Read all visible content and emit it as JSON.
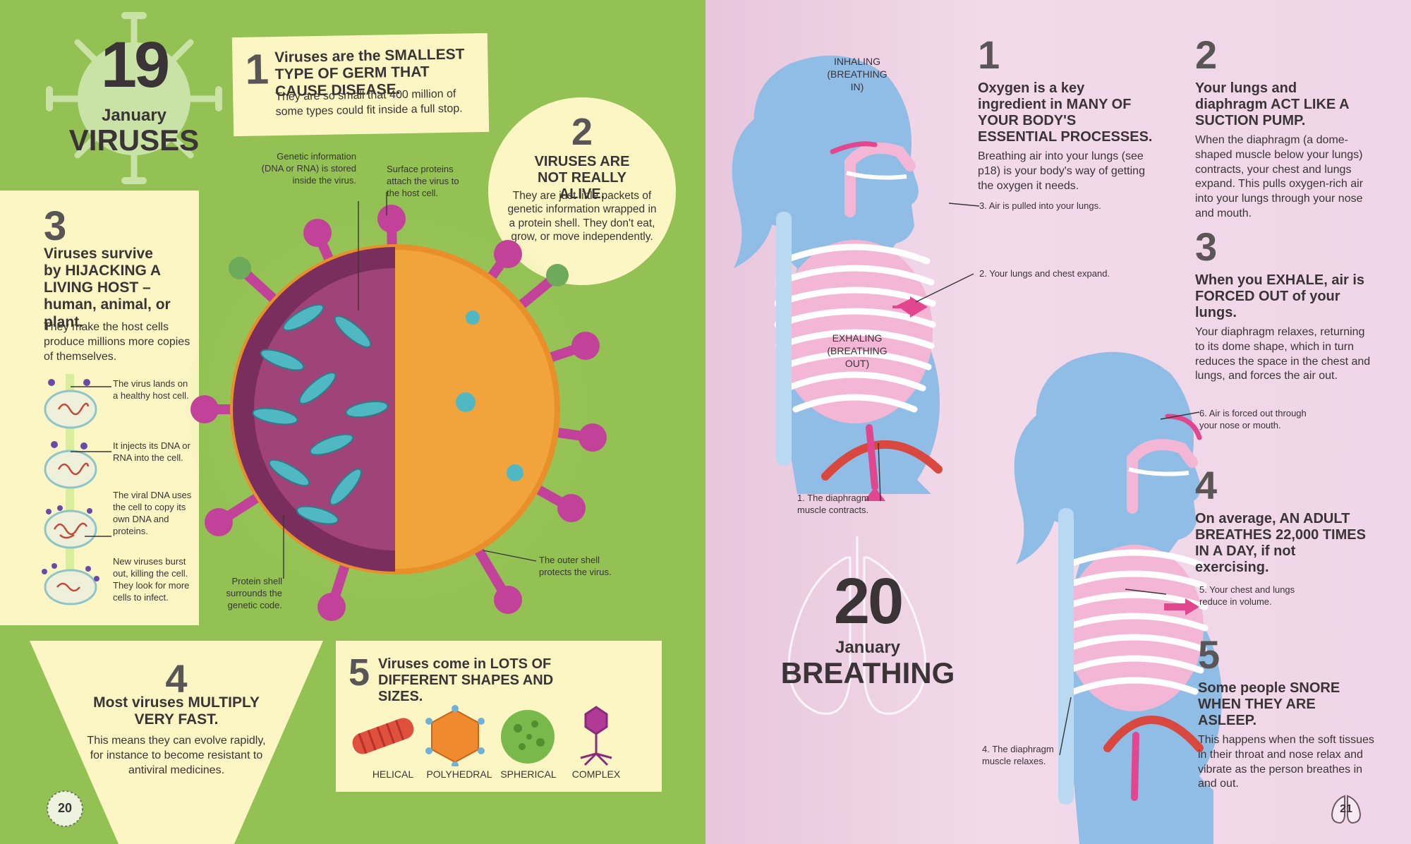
{
  "left_page": {
    "date_badge": {
      "number": "19",
      "month": "January",
      "topic": "VIRUSES"
    },
    "fact1": {
      "number": "1",
      "heading": "Viruses are the SMALLEST TYPE OF GERM THAT CAUSE DISEASE.",
      "body": "They are so small that 400 million of some types could fit inside a full stop."
    },
    "fact2": {
      "number": "2",
      "heading": "VIRUSES ARE NOT REALLY ALIVE.",
      "body": "They are just little packets of genetic information wrapped in a protein shell. They don't eat, grow, or move independently."
    },
    "fact3": {
      "number": "3",
      "heading": "Viruses survive by HIJACKING A LIVING HOST – human, animal, or plant.",
      "body": "They make the host cells produce millions more copies of themselves.",
      "steps": [
        "The virus lands on a healthy host cell.",
        "It injects its DNA or RNA into the cell.",
        "The viral DNA uses the cell to copy its own DNA and proteins.",
        "New viruses burst out, killing the cell. They look for more cells to infect."
      ]
    },
    "fact4": {
      "number": "4",
      "heading": "Most viruses MULTIPLY VERY FAST.",
      "body": "This means they can evolve rapidly, for instance to become resistant to antiviral medicines."
    },
    "fact5": {
      "number": "5",
      "heading": "Viruses come in LOTS OF DIFFERENT SHAPES AND SIZES.",
      "shapes": [
        "HELICAL",
        "POLYHEDRAL",
        "SPHERICAL",
        "COMPLEX"
      ]
    },
    "virus_labels": {
      "genetic": "Genetic information (DNA or RNA) is stored inside the virus.",
      "surface": "Surface proteins attach the virus to the host cell.",
      "outer": "The outer shell protects the virus.",
      "protein": "Protein shell surrounds the genetic code."
    },
    "page_number": "20"
  },
  "right_page": {
    "date_badge": {
      "number": "20",
      "month": "January",
      "topic": "BREATHING"
    },
    "inhaling_title": "INHALING (BREATHING IN)",
    "exhaling_title": "EXHALING (BREATHING OUT)",
    "labels": {
      "l1": "1. The diaphragm muscle contracts.",
      "l2": "2. Your lungs and chest expand.",
      "l3": "3. Air is pulled into your lungs.",
      "l4": "4. The diaphragm muscle relaxes.",
      "l5": "5. Your chest and lungs reduce in volume.",
      "l6": "6. Air is forced out through your nose or mouth."
    },
    "fact1": {
      "number": "1",
      "heading": "Oxygen is a key ingredient in MANY OF YOUR BODY'S ESSENTIAL PROCESSES.",
      "body": "Breathing air into your lungs (see p18) is your body's way of getting the oxygen it needs."
    },
    "fact2": {
      "number": "2",
      "heading": "Your lungs and diaphragm ACT LIKE A SUCTION PUMP.",
      "body": "When the diaphragm (a dome-shaped muscle below your lungs) contracts, your chest and lungs expand. This pulls oxygen-rich air into your lungs through your nose and mouth."
    },
    "fact3": {
      "number": "3",
      "heading": "When you EXHALE, air is FORCED OUT of your lungs.",
      "body": "Your diaphragm relaxes, returning to its dome shape, which in turn reduces the space in the chest and lungs, and forces the air out."
    },
    "fact4": {
      "number": "4",
      "heading": "On average, AN ADULT BREATHES 22,000 TIMES IN A DAY, if not exercising."
    },
    "fact5": {
      "number": "5",
      "heading": "Some people SNORE WHEN THEY ARE ASLEEP.",
      "body": "This happens when the soft tissues in their throat and nose relax and vibrate as the person breathes in and out."
    },
    "page_number": "21"
  },
  "colors": {
    "left_bg": "#93c154",
    "right_bg": "#f0d6e8",
    "cream": "#fbf6c4",
    "virus_orange": "#f2a43c",
    "spike_magenta": "#c2429a",
    "body_blue": "#8fbde6",
    "lung_pink": "#f3b6d4"
  }
}
